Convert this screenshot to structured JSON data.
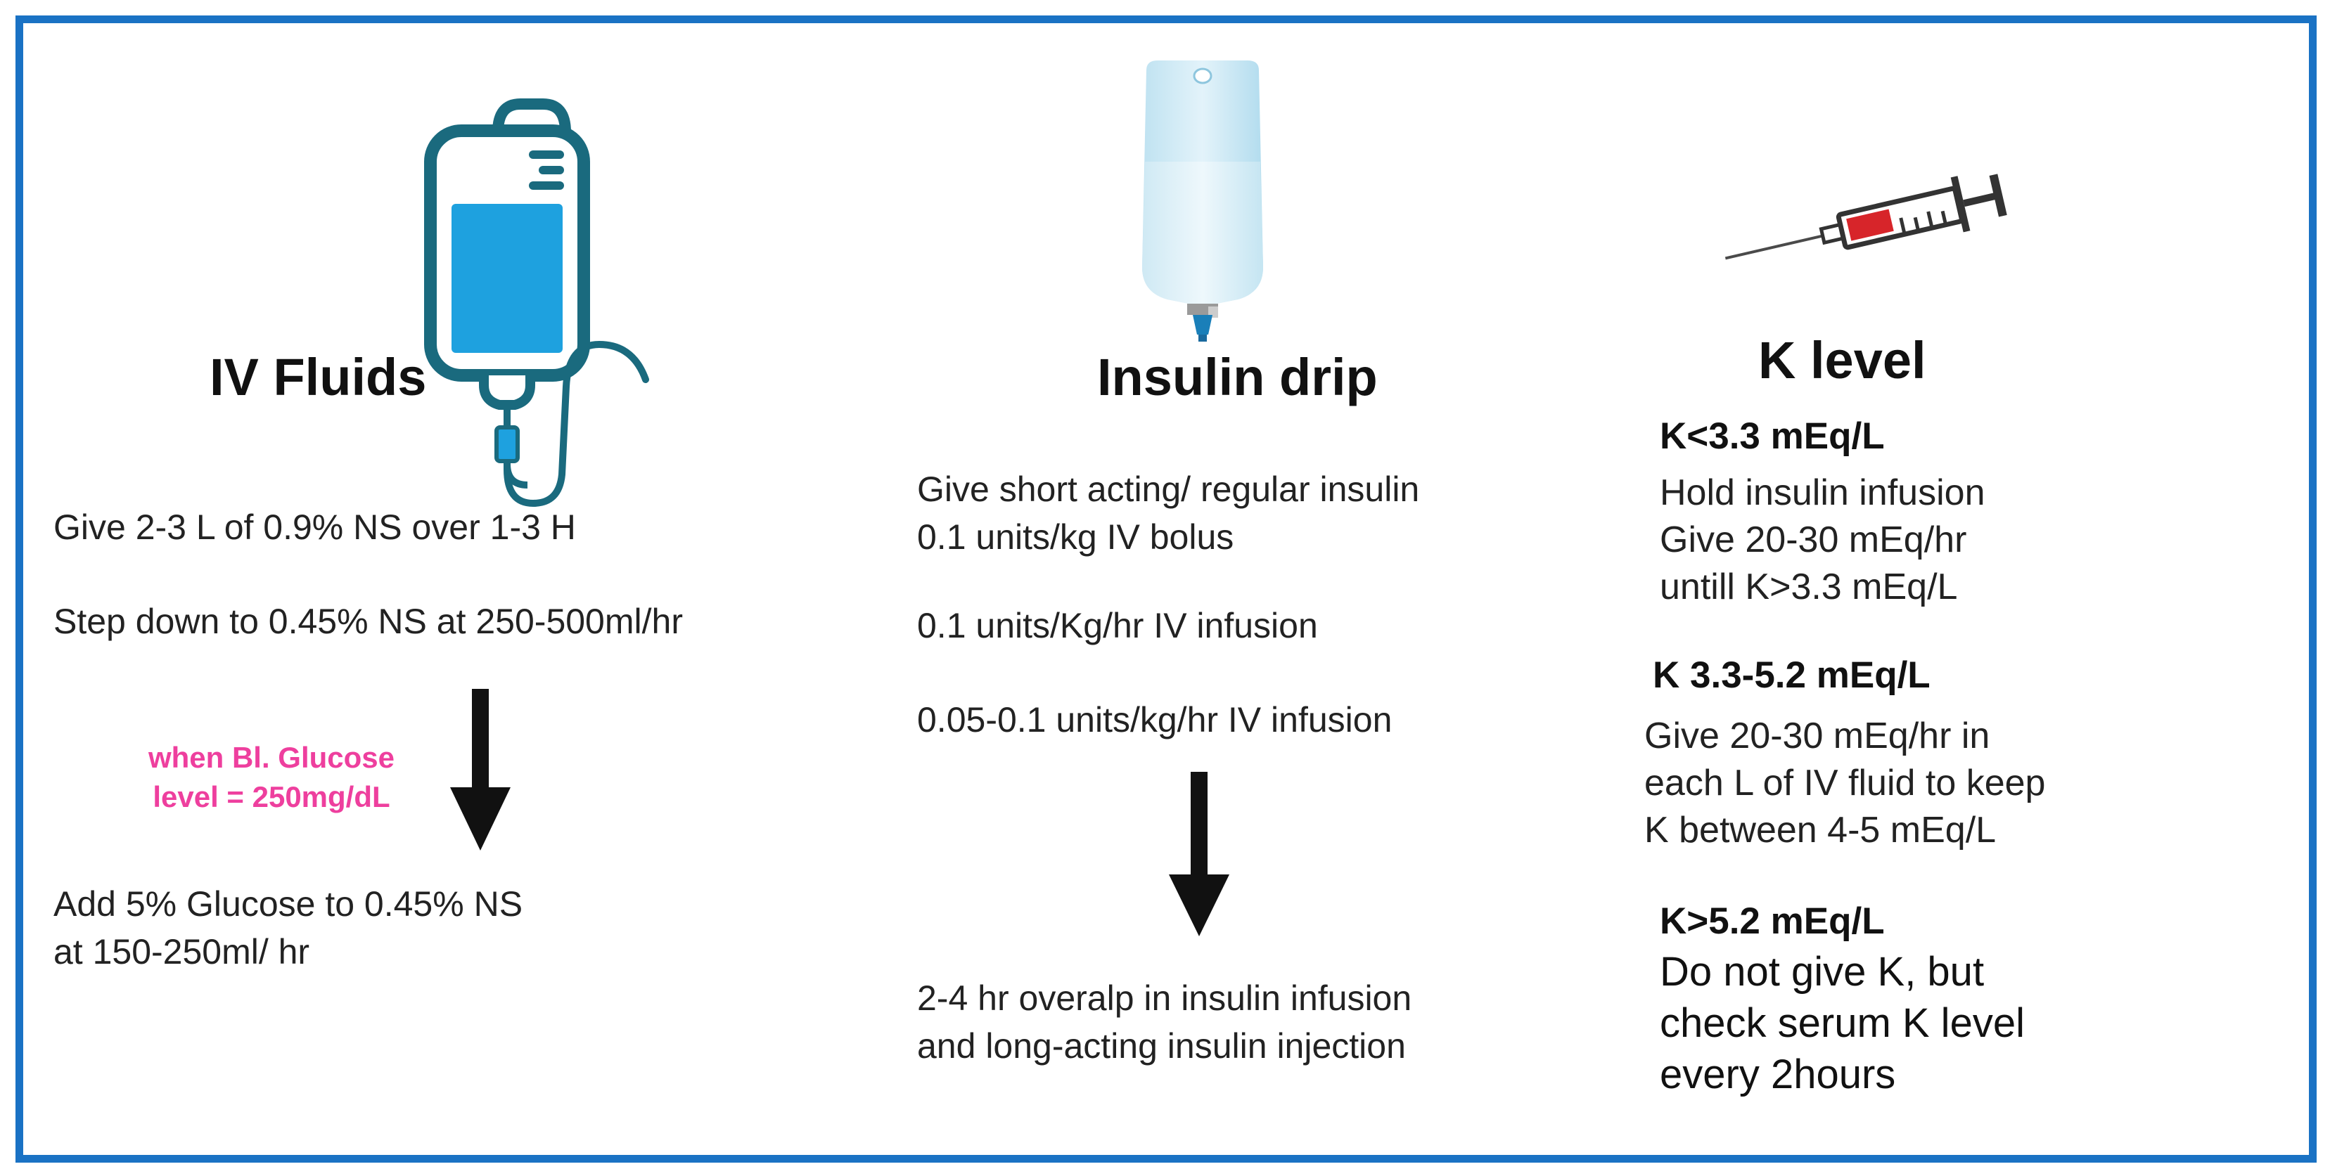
{
  "colors": {
    "border": "#1a72c4",
    "iv_bag": "#1a6a7e",
    "iv_fluid": "#1ea1df",
    "note": "#ee3f9e",
    "syringe_liquid": "#d7252a"
  },
  "iv_fluids": {
    "icon": "iv-bag-icon",
    "title": "IV Fluids",
    "step1": "Give 2-3 L of 0.9% NS over 1-3 H",
    "step2": "Step down to 0.45% NS at 250-500ml/hr",
    "arrow_note_line1": "when Bl. Glucose",
    "arrow_note_line2": "level = 250mg/dL",
    "step3_line1": "Add 5% Glucose to 0.45% NS",
    "step3_line2": "at 150-250ml/ hr"
  },
  "insulin_drip": {
    "icon": "insulin-bag-icon",
    "title": "Insulin drip",
    "line1": "Give short acting/ regular insulin",
    "line2": "0.1 units/kg IV bolus",
    "line3": "0.1 units/Kg/hr IV infusion",
    "line4": "0.05-0.1 units/kg/hr IV infusion",
    "final_line1": "2-4 hr overalp in insulin infusion",
    "final_line2": "and long-acting insulin injection"
  },
  "k_level": {
    "icon": "syringe-icon",
    "title": "K level",
    "low": {
      "heading": "K<3.3 mEq/L",
      "line1": "Hold insulin infusion",
      "line2": "Give 20-30 mEq/hr",
      "line3": "untill K>3.3 mEq/L"
    },
    "mid": {
      "heading": "K 3.3-5.2  mEq/L",
      "line1": "Give 20-30 mEq/hr in",
      "line2": "each L of IV fluid to keep",
      "line3": "K between 4-5 mEq/L"
    },
    "high": {
      "heading": "K>5.2 mEq/L",
      "line1": "Do not give K, but",
      "line2": "check serum K level",
      "line3": "every 2hours"
    }
  }
}
